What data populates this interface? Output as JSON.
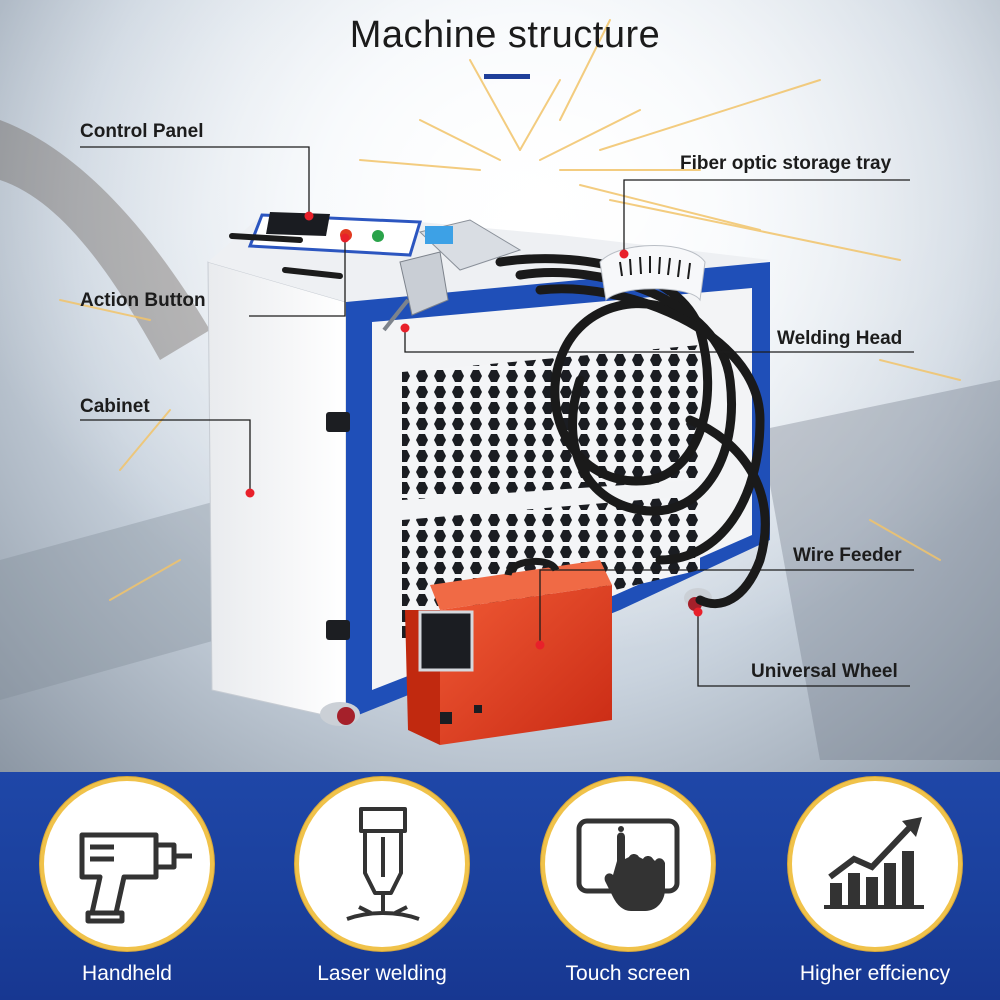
{
  "header": {
    "title": "Machine structure"
  },
  "callouts": {
    "control_panel": "Control Panel",
    "action_button": "Action Button",
    "cabinet": "Cabinet",
    "fiber_tray": "Fiber optic storage tray",
    "welding_head": "Welding Head",
    "wire_feeder": "Wire Feeder",
    "universal_wheel": "Universal Wheel"
  },
  "features": [
    {
      "label": "Handheld",
      "icon": "drill-icon"
    },
    {
      "label": "Laser welding",
      "icon": "laser-head-icon"
    },
    {
      "label": "Touch screen",
      "icon": "touch-screen-icon"
    },
    {
      "label": "Higher effciency",
      "icon": "growth-chart-icon"
    }
  ],
  "colors": {
    "cabinet_blue": "#1f4fb8",
    "cabinet_white": "#f2f3f5",
    "feeder_red": "#e23a20",
    "callout_marker": "#e8202a",
    "title_bar": "#1f3f9a",
    "band_blue": "#1a3f9b",
    "ring_gold": "#f0c24a"
  }
}
